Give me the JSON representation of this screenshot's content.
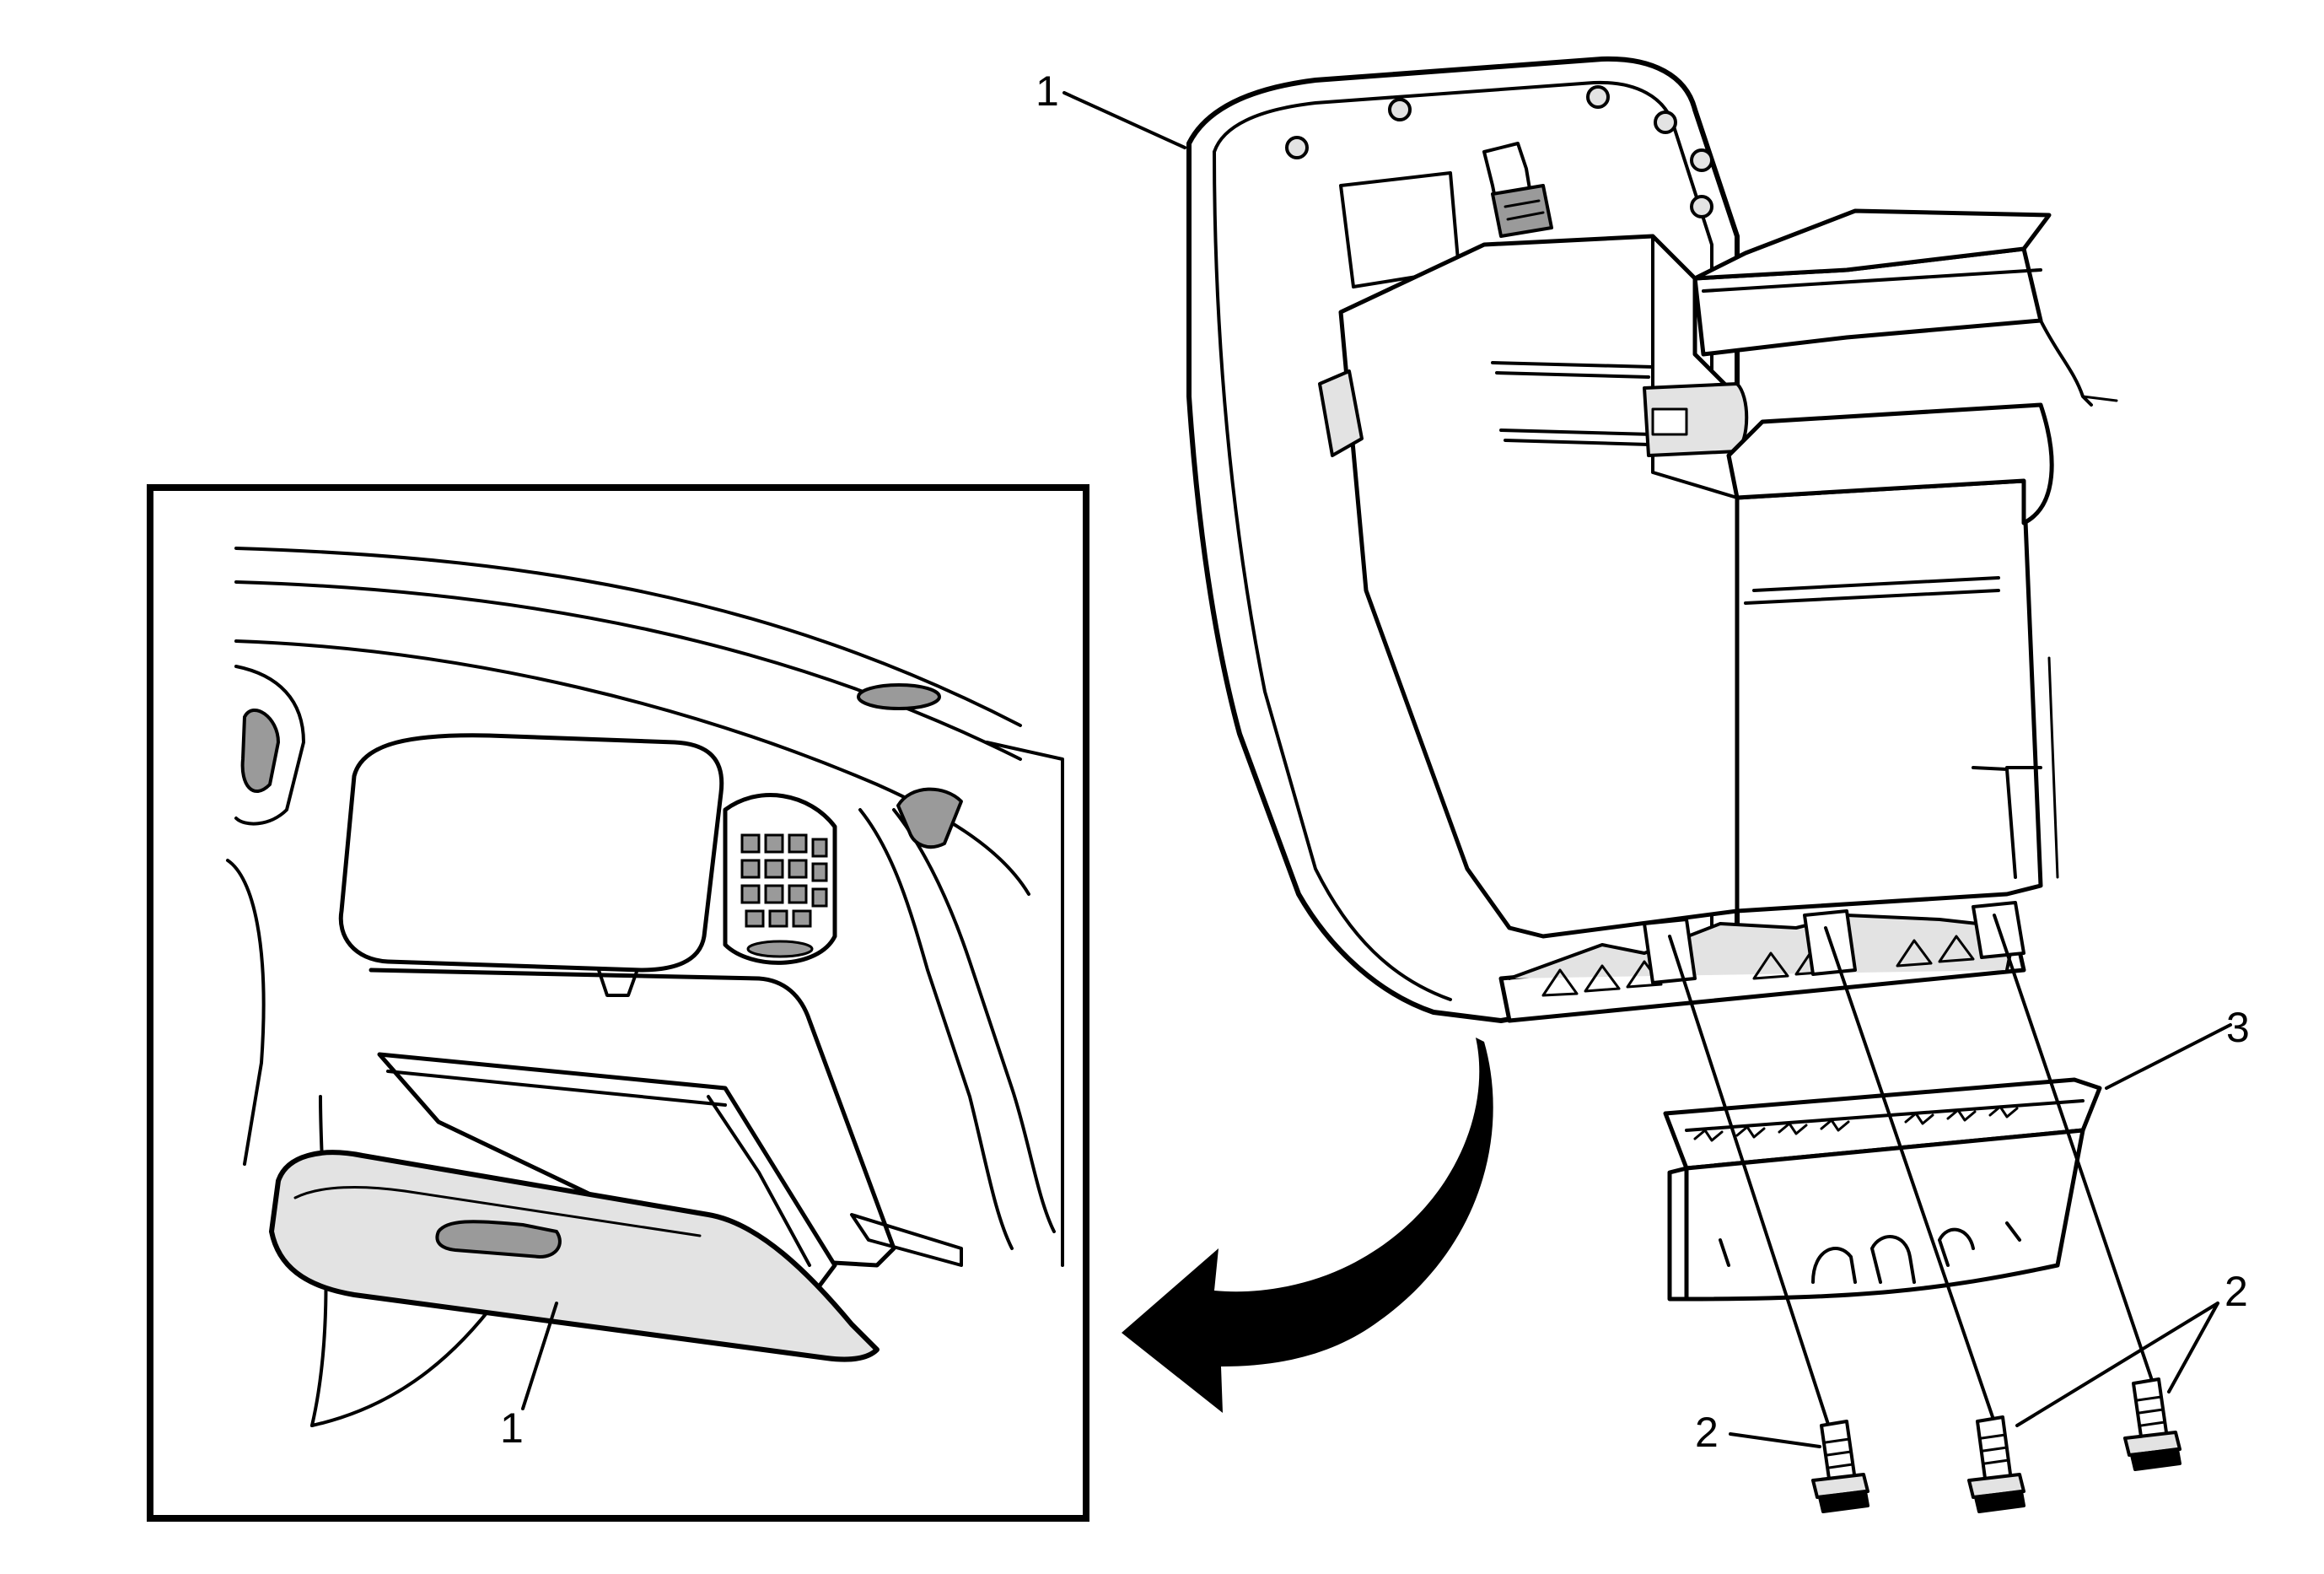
{
  "callouts": {
    "glove_box_main": "1",
    "glove_box_inset": "1",
    "damper_bracket": "3",
    "bolt_left": "2",
    "bolts_right": "2"
  },
  "colors": {
    "ink": "#000000",
    "paper": "#ffffff",
    "shade": "#e3e3e3"
  },
  "icons": {
    "direction": "curved-arrow-icon"
  }
}
